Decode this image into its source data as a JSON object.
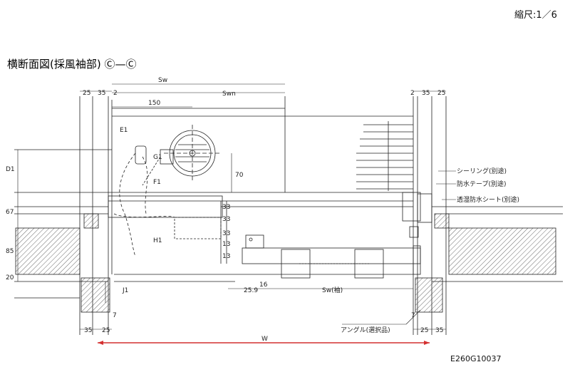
{
  "header": {
    "scale": "縮尺:1／6",
    "title": "横断面図(採風袖部) Ⓒ—Ⓒ",
    "drawing_code": "E260G10037"
  },
  "dimensions": {
    "top_left": [
      "25",
      "35",
      "2"
    ],
    "top_right": [
      "2",
      "35",
      "25"
    ],
    "sw": "Sw",
    "swn": "Swn",
    "d150": "150",
    "d70": "70",
    "d33a": "33",
    "d33b": "33",
    "d33c": "33",
    "d13a": "13",
    "d13b": "13",
    "d25_9": "25.9",
    "d16": "16",
    "left_vertical": [
      "D1",
      "67",
      "85",
      "20"
    ],
    "e1": "E1",
    "g1": "G1",
    "f1": "F1",
    "h1": "H1",
    "j1": "J1",
    "seven_left": "7",
    "seven_right": "7",
    "bottom_left": [
      "35",
      "25"
    ],
    "bottom_right": [
      "25",
      "35"
    ],
    "sw_sode": "Sw(袖)",
    "w": "W"
  },
  "callouts": {
    "sealing": "シーリング(別途)",
    "waterproof_tape": "防水テープ(別途)",
    "moisture_sheet": "透湿防水シート(別途)",
    "angle": "アングル(選択品)"
  },
  "colors": {
    "line": "#222222",
    "hatch": "#444444",
    "width_line": "#d43030"
  }
}
